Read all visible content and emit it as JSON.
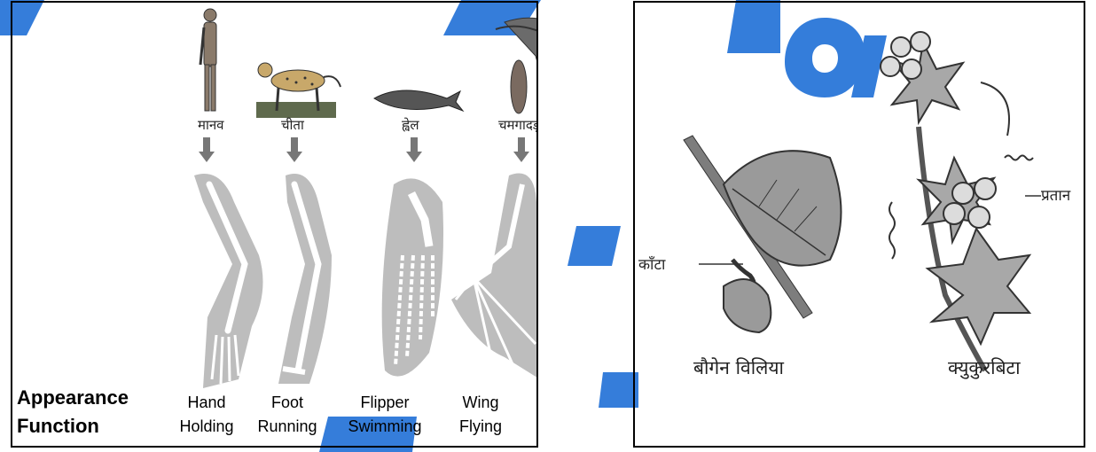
{
  "left_panel": {
    "animals": [
      {
        "name": "मानव",
        "icon": "human-icon"
      },
      {
        "name": "चीता",
        "icon": "cheetah-icon"
      },
      {
        "name": "ह्वेल",
        "icon": "whale-icon"
      },
      {
        "name": "चमगादड़",
        "icon": "bat-icon"
      }
    ],
    "table": {
      "row1_label": "Appearance",
      "row2_label": "Function",
      "appearance": [
        "Hand",
        "Foot",
        "Flipper",
        "Wing"
      ],
      "function": [
        "Holding",
        "Running",
        "Swimming",
        "Flying"
      ]
    }
  },
  "right_panel": {
    "labels": {
      "thorn": "काँटा",
      "tendril": "प्रतान",
      "plant1": "बौगेन विलिया",
      "plant2": "क्युकुरबिटा"
    }
  },
  "colors": {
    "watermark": "#1f6fd6",
    "bone_shadow": "#bdbdbd",
    "border": "#000000"
  }
}
